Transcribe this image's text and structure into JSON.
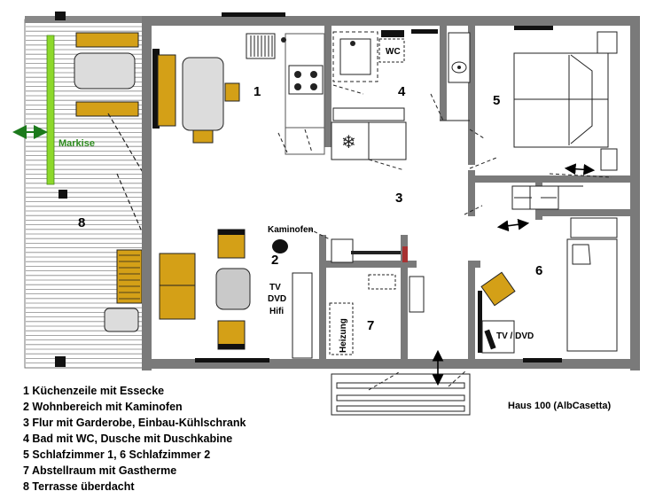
{
  "colors": {
    "wall": "#7a7a7a",
    "furniture": "#d4a017",
    "furniture_light": "#dcdcdc",
    "awning": "#8dd82b",
    "awning_label": "#2e8b1f",
    "arrow": "#1c7a1c"
  },
  "icons": [
    "snowflake-icon",
    "double-arrow-icon",
    "stove-icon",
    "sink-icon"
  ],
  "rooms": {
    "r1": "1",
    "r2": "2",
    "r3": "3",
    "r4": "4",
    "r5": "5",
    "r6": "6",
    "r7": "7",
    "r8": "8"
  },
  "labels": {
    "markise": "Markise",
    "kaminofen": "Kaminofen",
    "wc": "WC",
    "tv": "TV",
    "dvd": "DVD",
    "hifi": "Hifi",
    "heizung": "Heizung",
    "tv_dvd": "TV / DVD"
  },
  "legend": [
    "1 Küchenzeile mit Essecke",
    "2 Wohnbereich mit Kaminofen",
    "3 Flur mit Garderobe, Einbau-Kühlschrank",
    "4 Bad mit WC, Dusche  mit Duschkabine",
    "5 Schlafzimmer 1,     6 Schlafzimmer 2",
    "7 Abstellraum mit Gastherme",
    "8 Terrasse überdacht"
  ],
  "house_label": "Haus 100 (AlbCasetta)"
}
